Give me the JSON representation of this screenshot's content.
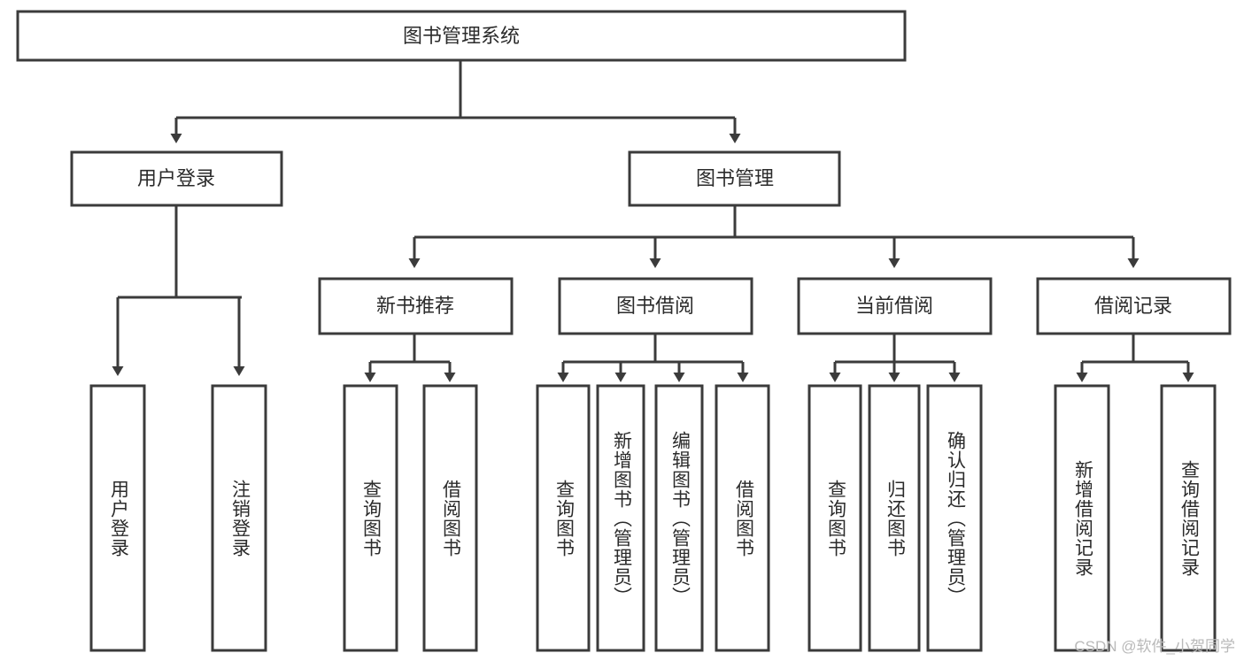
{
  "diagram": {
    "type": "tree",
    "orientation": "top-down",
    "title": "图书管理系统",
    "colors": {
      "box_fill": "#ffffff",
      "box_stroke": "#3b3b3b",
      "text": "#2b2b2b",
      "watermark": "#b9b9b9"
    },
    "levels": {
      "root": {
        "label": "图书管理系统"
      },
      "level2": [
        {
          "label": "用户登录"
        },
        {
          "label": "图书管理"
        }
      ],
      "level3": [
        {
          "label": "新书推荐"
        },
        {
          "label": "图书借阅"
        },
        {
          "label": "当前借阅"
        },
        {
          "label": "借阅记录"
        }
      ]
    },
    "leaves": {
      "user_login": [
        {
          "label": "用户登录"
        },
        {
          "label": "注销登录"
        }
      ],
      "new_book_recommend": [
        {
          "label": "查询图书"
        },
        {
          "label": "借阅图书"
        }
      ],
      "book_borrow": [
        {
          "label": "查询图书"
        },
        {
          "label": "新增图书（管理员）"
        },
        {
          "label": "编辑图书（管理员）"
        },
        {
          "label": "借阅图书"
        }
      ],
      "current_borrow": [
        {
          "label": "查询图书"
        },
        {
          "label": "归还图书"
        },
        {
          "label": "确认归还（管理员）"
        }
      ],
      "borrow_record": [
        {
          "label": "新增借阅记录"
        },
        {
          "label": "查询借阅记录"
        }
      ]
    }
  },
  "watermark": {
    "text": "CSDN @软件_小贺同学"
  }
}
